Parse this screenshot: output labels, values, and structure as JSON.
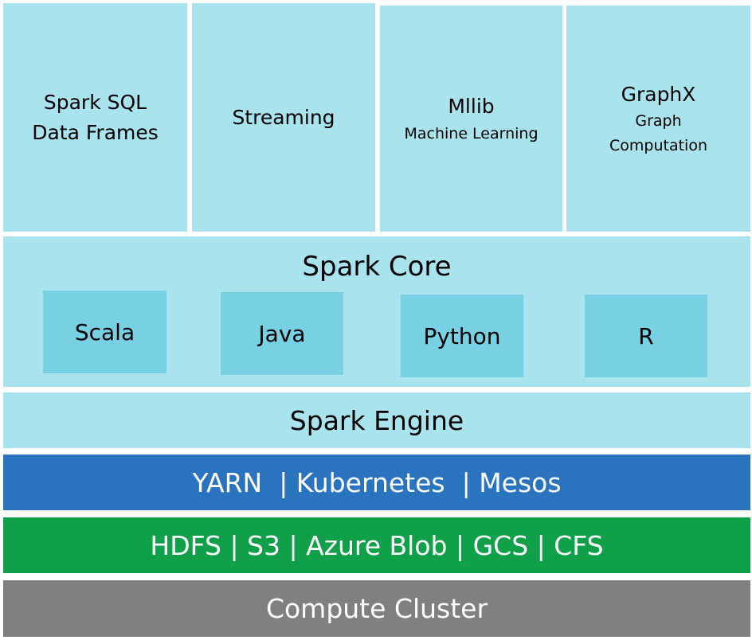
{
  "modules": [
    {
      "line1": "Spark SQL",
      "line2": "Data Frames"
    },
    {
      "title": "Streaming"
    },
    {
      "title": "Mllib",
      "subtitle": "Machine Learning"
    },
    {
      "title": "GraphX",
      "sub1": "Graph",
      "sub2": "Computation"
    }
  ],
  "core": {
    "title": "Spark Core",
    "languages": [
      "Scala",
      "Java",
      "Python",
      "R"
    ]
  },
  "engine": "Spark Engine",
  "resource_managers": "YARN  | Kubernetes  | Mesos",
  "storage": "HDFS | S3 | Azure Blob | GCS | CFS",
  "cluster": "Compute Cluster",
  "colors": {
    "light_block": "#a9e3ee",
    "language_block": "#77d1e3",
    "resource_bar": "#2a73bf",
    "storage_bar": "#10a04a",
    "cluster_bar": "#808080"
  }
}
